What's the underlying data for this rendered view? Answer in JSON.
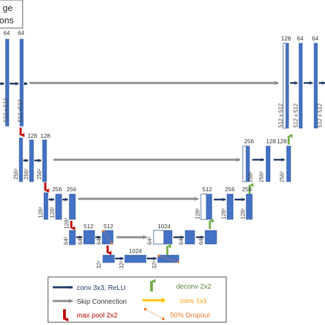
{
  "colors": {
    "feature_map": "#4472c4",
    "feature_map_edge": "#2f5597",
    "conv_arrow": "#1f3864",
    "skip_arrow": "#8c8c8c",
    "maxpool_arrow": "#c00000",
    "deconv_arrow": "#70ad47",
    "conv1x1_arrow": "#ffc000",
    "dropout": "#ed7d31"
  },
  "corner_box": {
    "line1": "ge",
    "line2": "ons"
  },
  "level0": {
    "enc_top1": "64",
    "enc_top2": "64",
    "enc_size1": "512 x 512",
    "enc_size2": "512 x512",
    "dec_top1": "128",
    "dec_top2": "64",
    "dec_top3": "64",
    "dec_size1": "512 x 512",
    "dec_size2": "512 x 512",
    "dec_size3": "512 x 512"
  },
  "level1": {
    "enc_top1": "128",
    "enc_top2": "128",
    "enc_size1": "256²",
    "enc_size2": "256²",
    "enc_size3": "256²",
    "dec_top1": "256",
    "dec_top2": "128",
    "dec_top3": "128",
    "dec_size1": "256²",
    "dec_size2": "256²",
    "dec_size3": "256²"
  },
  "level2": {
    "enc_top1": "256",
    "enc_top2": "256",
    "enc_size1": "128²",
    "enc_size2": "128²",
    "enc_size3": "128²",
    "dec_top1": "512",
    "dec_top2": "256",
    "dec_top3": "256",
    "dec_size1": "128²",
    "dec_size2": "128²",
    "dec_size3": "128²"
  },
  "level3": {
    "enc_top1": "512",
    "enc_top2": "512",
    "enc_size1": "64²",
    "enc_size2": "64²",
    "enc_size3": "64²",
    "dec_top1": "1024",
    "dec_size1": "64²",
    "dec_size2": "64²",
    "dec_size3": "64²"
  },
  "level4": {
    "top1": "1024",
    "size1": "32²",
    "size2": "32²",
    "size3": "32²"
  },
  "legend": {
    "conv": "conv 3x3, ReLU",
    "skip": "Skip Connection",
    "maxpool": "max pool 2x2",
    "deconv": "deconv 2x2",
    "conv1x1": "conv 1x1",
    "dropout": "50% Dropout"
  }
}
